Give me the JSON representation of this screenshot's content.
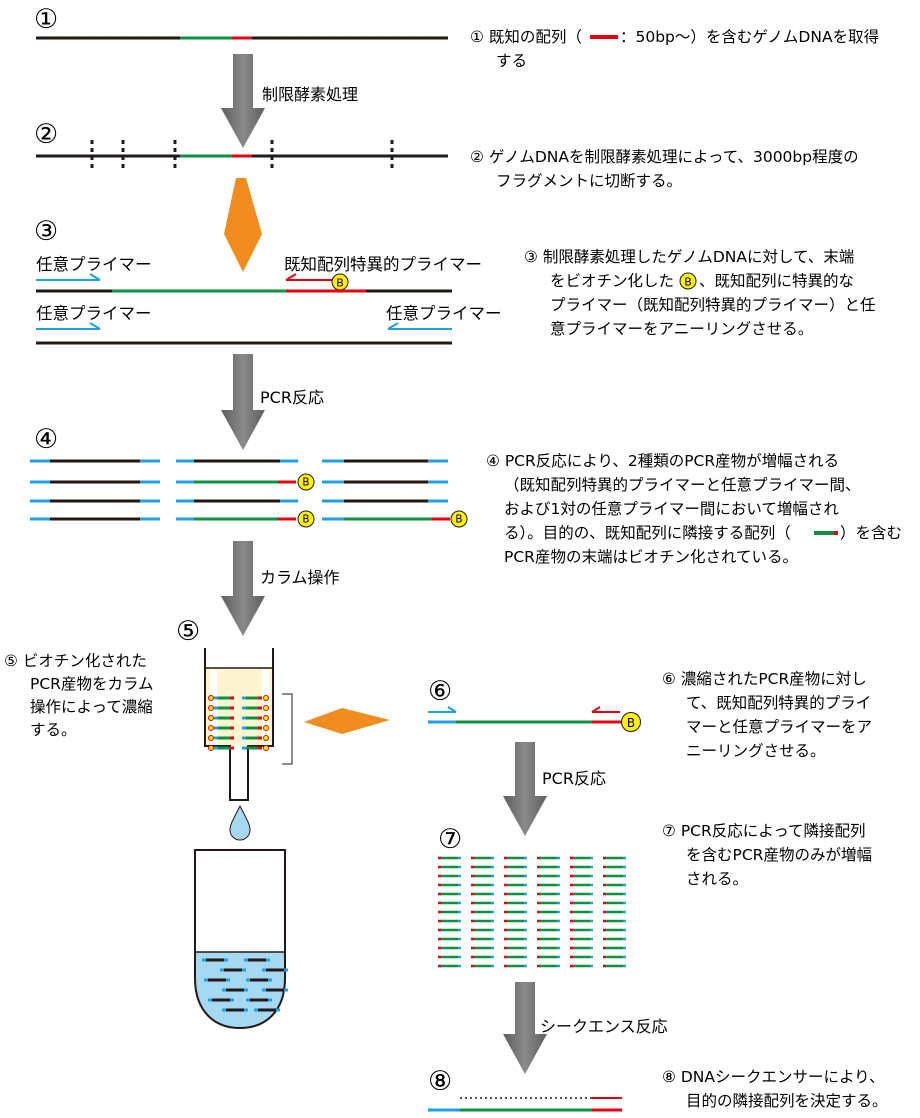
{
  "colors": {
    "black": "#231815",
    "green": "#0d9042",
    "red": "#e60012",
    "blue": "#1ea0e6",
    "gray": "#737373",
    "orange": "#f18c1e",
    "yellow": "#fff100",
    "column_fill": "#fdf5cf",
    "liquid": "#a6d8f2"
  },
  "step_numbers": [
    "①",
    "②",
    "③",
    "④",
    "⑤",
    "⑥",
    "⑦",
    "⑧"
  ],
  "arrows": {
    "restriction": "制限酵素処理",
    "pcr1": "PCR反応",
    "column": "カラム操作",
    "pcr2": "PCR反応",
    "sequence": "シークエンス反応"
  },
  "primers": {
    "random_1": "任意プライマー",
    "specific": "既知配列特異的プライマー",
    "random_2": "任意プライマー",
    "random_3": "任意プライマー"
  },
  "biotin_label": "B",
  "descriptions": {
    "step1": [
      "①  既知の配列（",
      "：50bp～）を含むゲノムDNAを取得",
      "する"
    ],
    "step2": [
      "②  ゲノムDNAを制限酵素処理によって、3000bp程度の",
      "フラグメントに切断する。"
    ],
    "step3": [
      "③  制限酵素処理したゲノムDNAに対して、末端",
      "をビオチン化した",
      "、既知配列に特異的な",
      "プライマー（既知配列特異的プライマー）と任",
      "意プライマーをアニーリングさせる。"
    ],
    "step4": [
      "④  PCR反応により、2種類のPCR産物が増幅される",
      "（既知配列特異的プライマーと任意プライマー間、",
      "および1対の任意プライマー間において増幅され",
      "る）。目的の、既知配列に隣接する配列（",
      "）を含む",
      "PCR産物の末端はビオチン化されている。"
    ],
    "step5": [
      "⑤  ビオチン化された",
      "PCR産物をカラム",
      "操作によって濃縮",
      "する。"
    ],
    "step6": [
      "⑥  濃縮されたPCR産物に対し",
      "て、既知配列特異的プライ",
      "マーと任意プライマーをア",
      "ニーリングさせる。"
    ],
    "step7": [
      "⑦  PCR反応によって隣接配列",
      "を含むPCR産物のみが増幅",
      "される。"
    ],
    "step8": [
      "⑧  DNAシークエンサーにより、",
      "目的の隣接配列を決定する。"
    ]
  }
}
